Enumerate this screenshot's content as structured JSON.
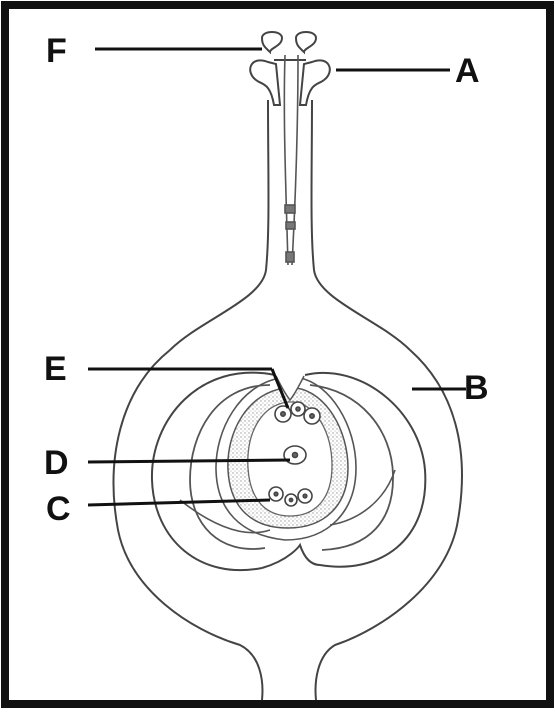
{
  "labels": {
    "F": "F",
    "A": "A",
    "E": "E",
    "B": "B",
    "D": "D",
    "C": "C"
  },
  "colors": {
    "ink": "#111111",
    "stipple": "#d0d0d0",
    "background": "#ffffff"
  }
}
